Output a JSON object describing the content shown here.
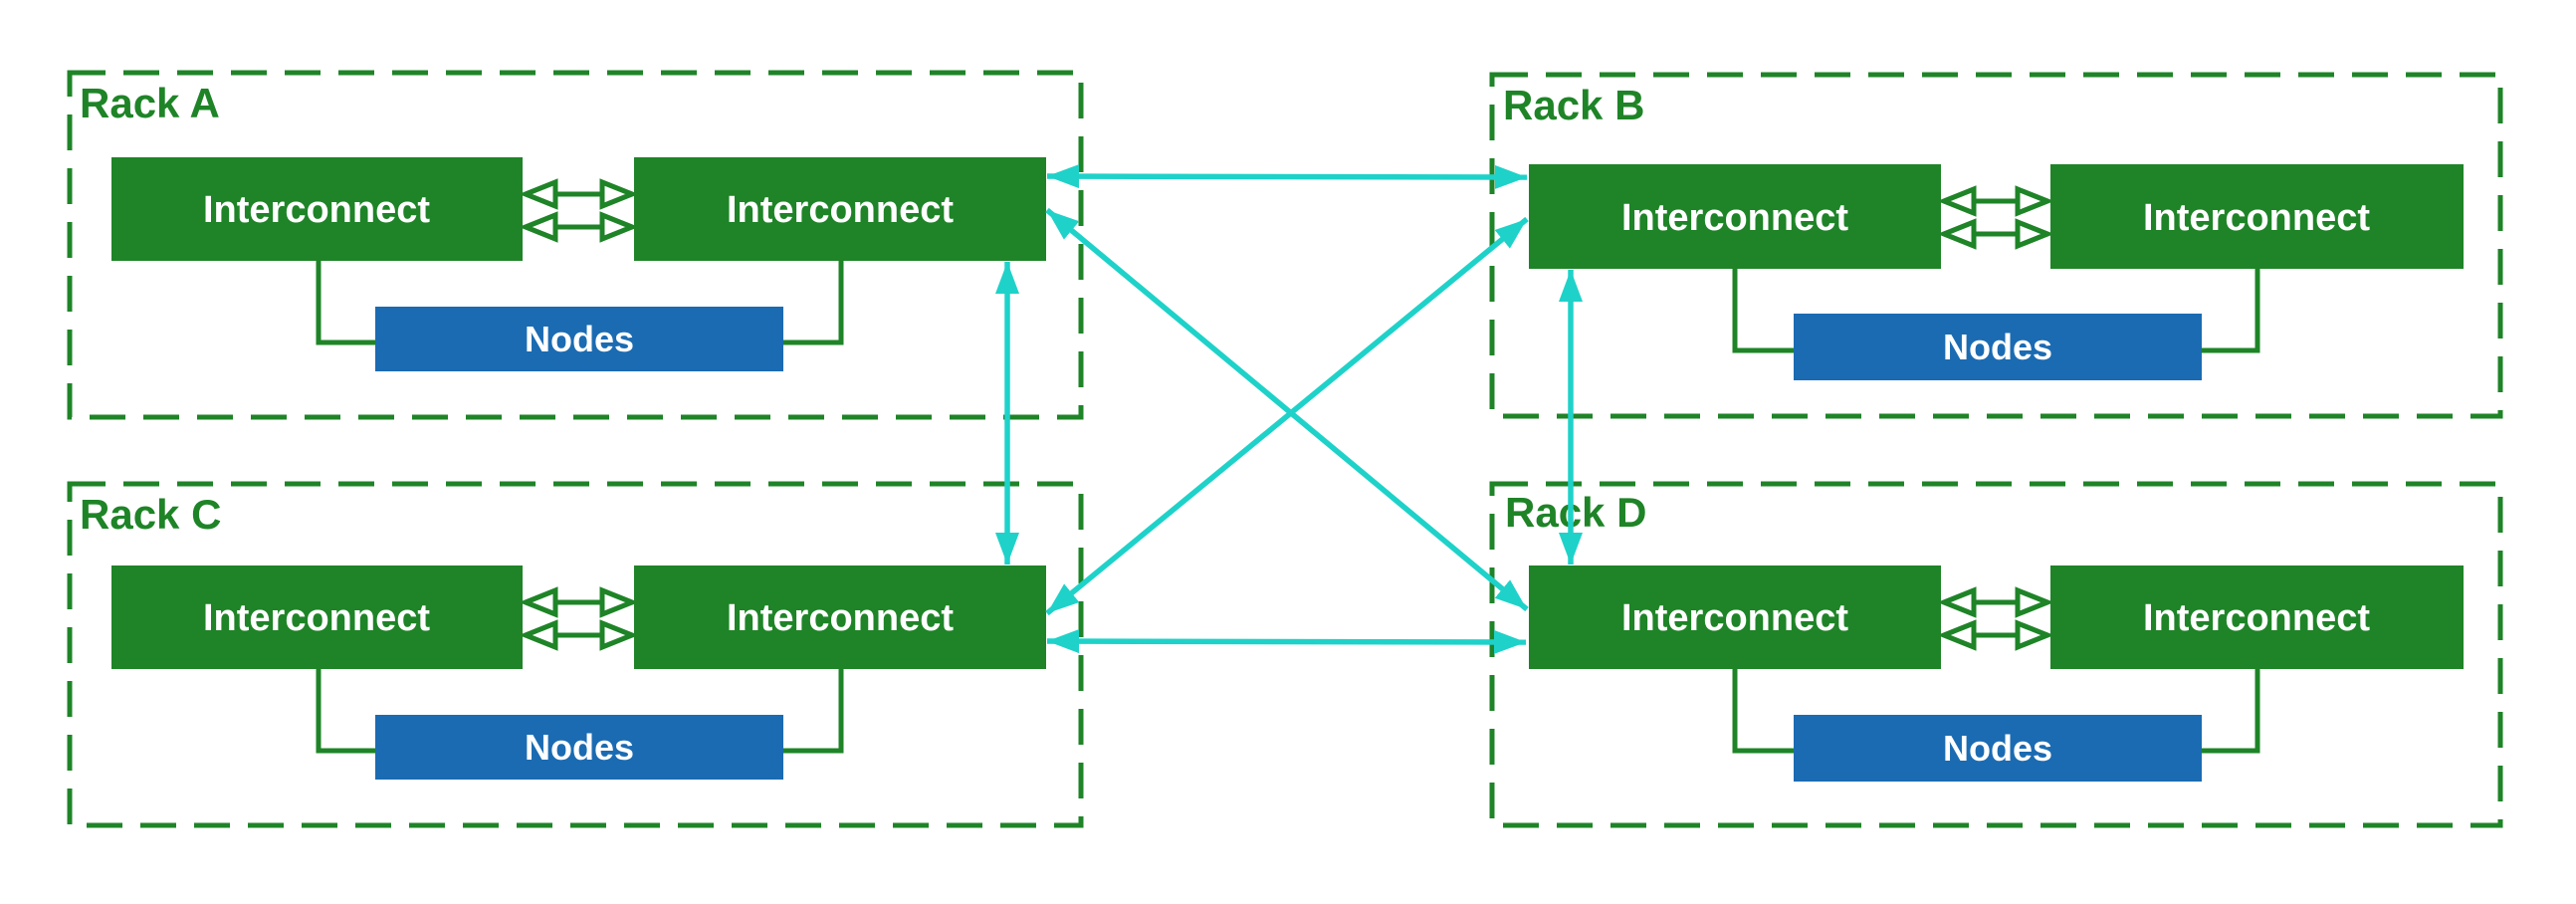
{
  "diagram": {
    "racks": [
      {
        "label": "Rack A",
        "interconnect1": "Interconnect",
        "interconnect2": "Interconnect",
        "nodes": "Nodes"
      },
      {
        "label": "Rack B",
        "interconnect1": "Interconnect",
        "interconnect2": "Interconnect",
        "nodes": "Nodes"
      },
      {
        "label": "Rack C",
        "interconnect1": "Interconnect",
        "interconnect2": "Interconnect",
        "nodes": "Nodes"
      },
      {
        "label": "Rack D",
        "interconnect1": "Interconnect",
        "interconnect2": "Interconnect",
        "nodes": "Nodes"
      }
    ],
    "colors": {
      "green": "#1e8427",
      "blue": "#1b6bb2",
      "cyan": "#1ed2c9",
      "box-text": "#ffffff",
      "bg": "#ffffff"
    },
    "intra_rack_links": [
      {
        "rack": "Rack A",
        "between": "Interconnect 1 and Interconnect 2",
        "style": "two green hollow double-arrows"
      },
      {
        "rack": "Rack B",
        "between": "Interconnect 1 and Interconnect 2",
        "style": "two green hollow double-arrows"
      },
      {
        "rack": "Rack C",
        "between": "Interconnect 1 and Interconnect 2",
        "style": "two green hollow double-arrows"
      },
      {
        "rack": "Rack D",
        "between": "Interconnect 1 and Interconnect 2",
        "style": "two green hollow double-arrows"
      }
    ],
    "inter_rack_links": [
      {
        "from": "Rack A Interconnect 2",
        "to": "Rack B Interconnect 1",
        "style": "cyan double arrow horizontal"
      },
      {
        "from": "Rack C Interconnect 2",
        "to": "Rack D Interconnect 1",
        "style": "cyan double arrow horizontal"
      },
      {
        "from": "Rack A Interconnect 2",
        "to": "Rack C Interconnect 2",
        "style": "cyan double arrow vertical"
      },
      {
        "from": "Rack B Interconnect 1",
        "to": "Rack D Interconnect 1",
        "style": "cyan double arrow vertical"
      },
      {
        "from": "Rack A Interconnect 2",
        "to": "Rack D Interconnect 1",
        "style": "cyan double arrow diagonal"
      },
      {
        "from": "Rack C Interconnect 2",
        "to": "Rack B Interconnect 1",
        "style": "cyan double arrow diagonal"
      }
    ]
  }
}
